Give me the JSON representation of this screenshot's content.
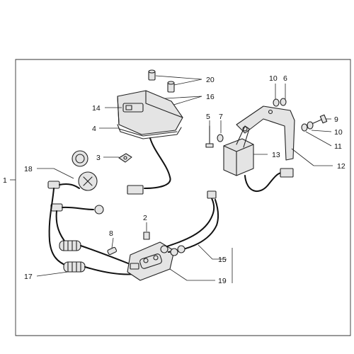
{
  "callouts": {
    "c1": "1",
    "c2": "2",
    "c3": "3",
    "c4": "4",
    "c5": "5",
    "c6": "6",
    "c7": "7",
    "c8": "8",
    "c9": "9",
    "c10a": "10",
    "c10b": "10",
    "c11": "11",
    "c12": "12",
    "c13": "13",
    "c14": "14",
    "c15": "15",
    "c16": "16",
    "c17": "17",
    "c18": "18",
    "c19": "19",
    "c20": "20"
  }
}
